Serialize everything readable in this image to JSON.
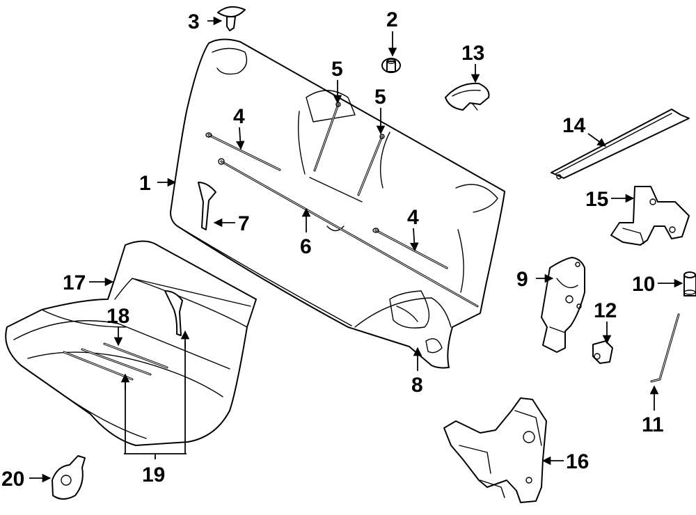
{
  "callouts": {
    "c1": "1",
    "c2": "2",
    "c3": "3",
    "c4a": "4",
    "c4b": "4",
    "c5a": "5",
    "c5b": "5",
    "c6": "6",
    "c7": "7",
    "c8": "8",
    "c9": "9",
    "c10": "10",
    "c11": "11",
    "c12": "12",
    "c13": "13",
    "c14": "14",
    "c15": "15",
    "c16": "16",
    "c17": "17",
    "c18": "18",
    "c19": "19",
    "c20": "20"
  }
}
